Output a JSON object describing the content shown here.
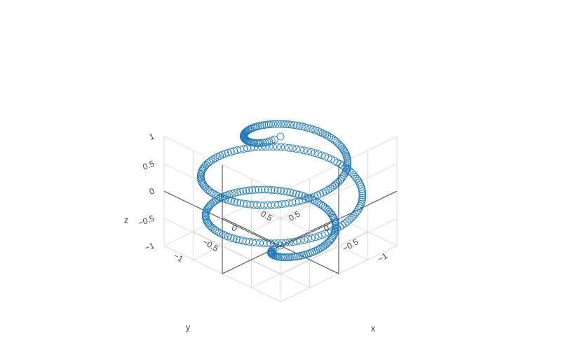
{
  "chart_data": {
    "type": "scatter3d",
    "title": "",
    "series": [
      {
        "color": "#1f77b4",
        "marker": "circle-open",
        "description_param": "parametric spiral on sphere: x = sqrt(1 - z^2) * cos(t), y = sqrt(1 - z^2) * sin(t), z = t / (3*pi) for t in [-3pi, 3pi]",
        "t_range": [
          -9.4248,
          9.4248
        ],
        "point_count": 400
      }
    ],
    "axes": {
      "x": {
        "label": "x",
        "range": [
          -1,
          1
        ],
        "ticks": [
          "−1",
          "−0.5",
          "0",
          "0.5"
        ]
      },
      "y": {
        "label": "y",
        "range": [
          -1,
          1
        ],
        "ticks": [
          "−1",
          "−0.5",
          "0",
          "0.5"
        ]
      },
      "z": {
        "label": "z",
        "range": [
          -1,
          1
        ],
        "ticks": [
          "−1",
          "−0.5",
          "0",
          "0.5",
          "1"
        ]
      }
    },
    "grid": true
  }
}
